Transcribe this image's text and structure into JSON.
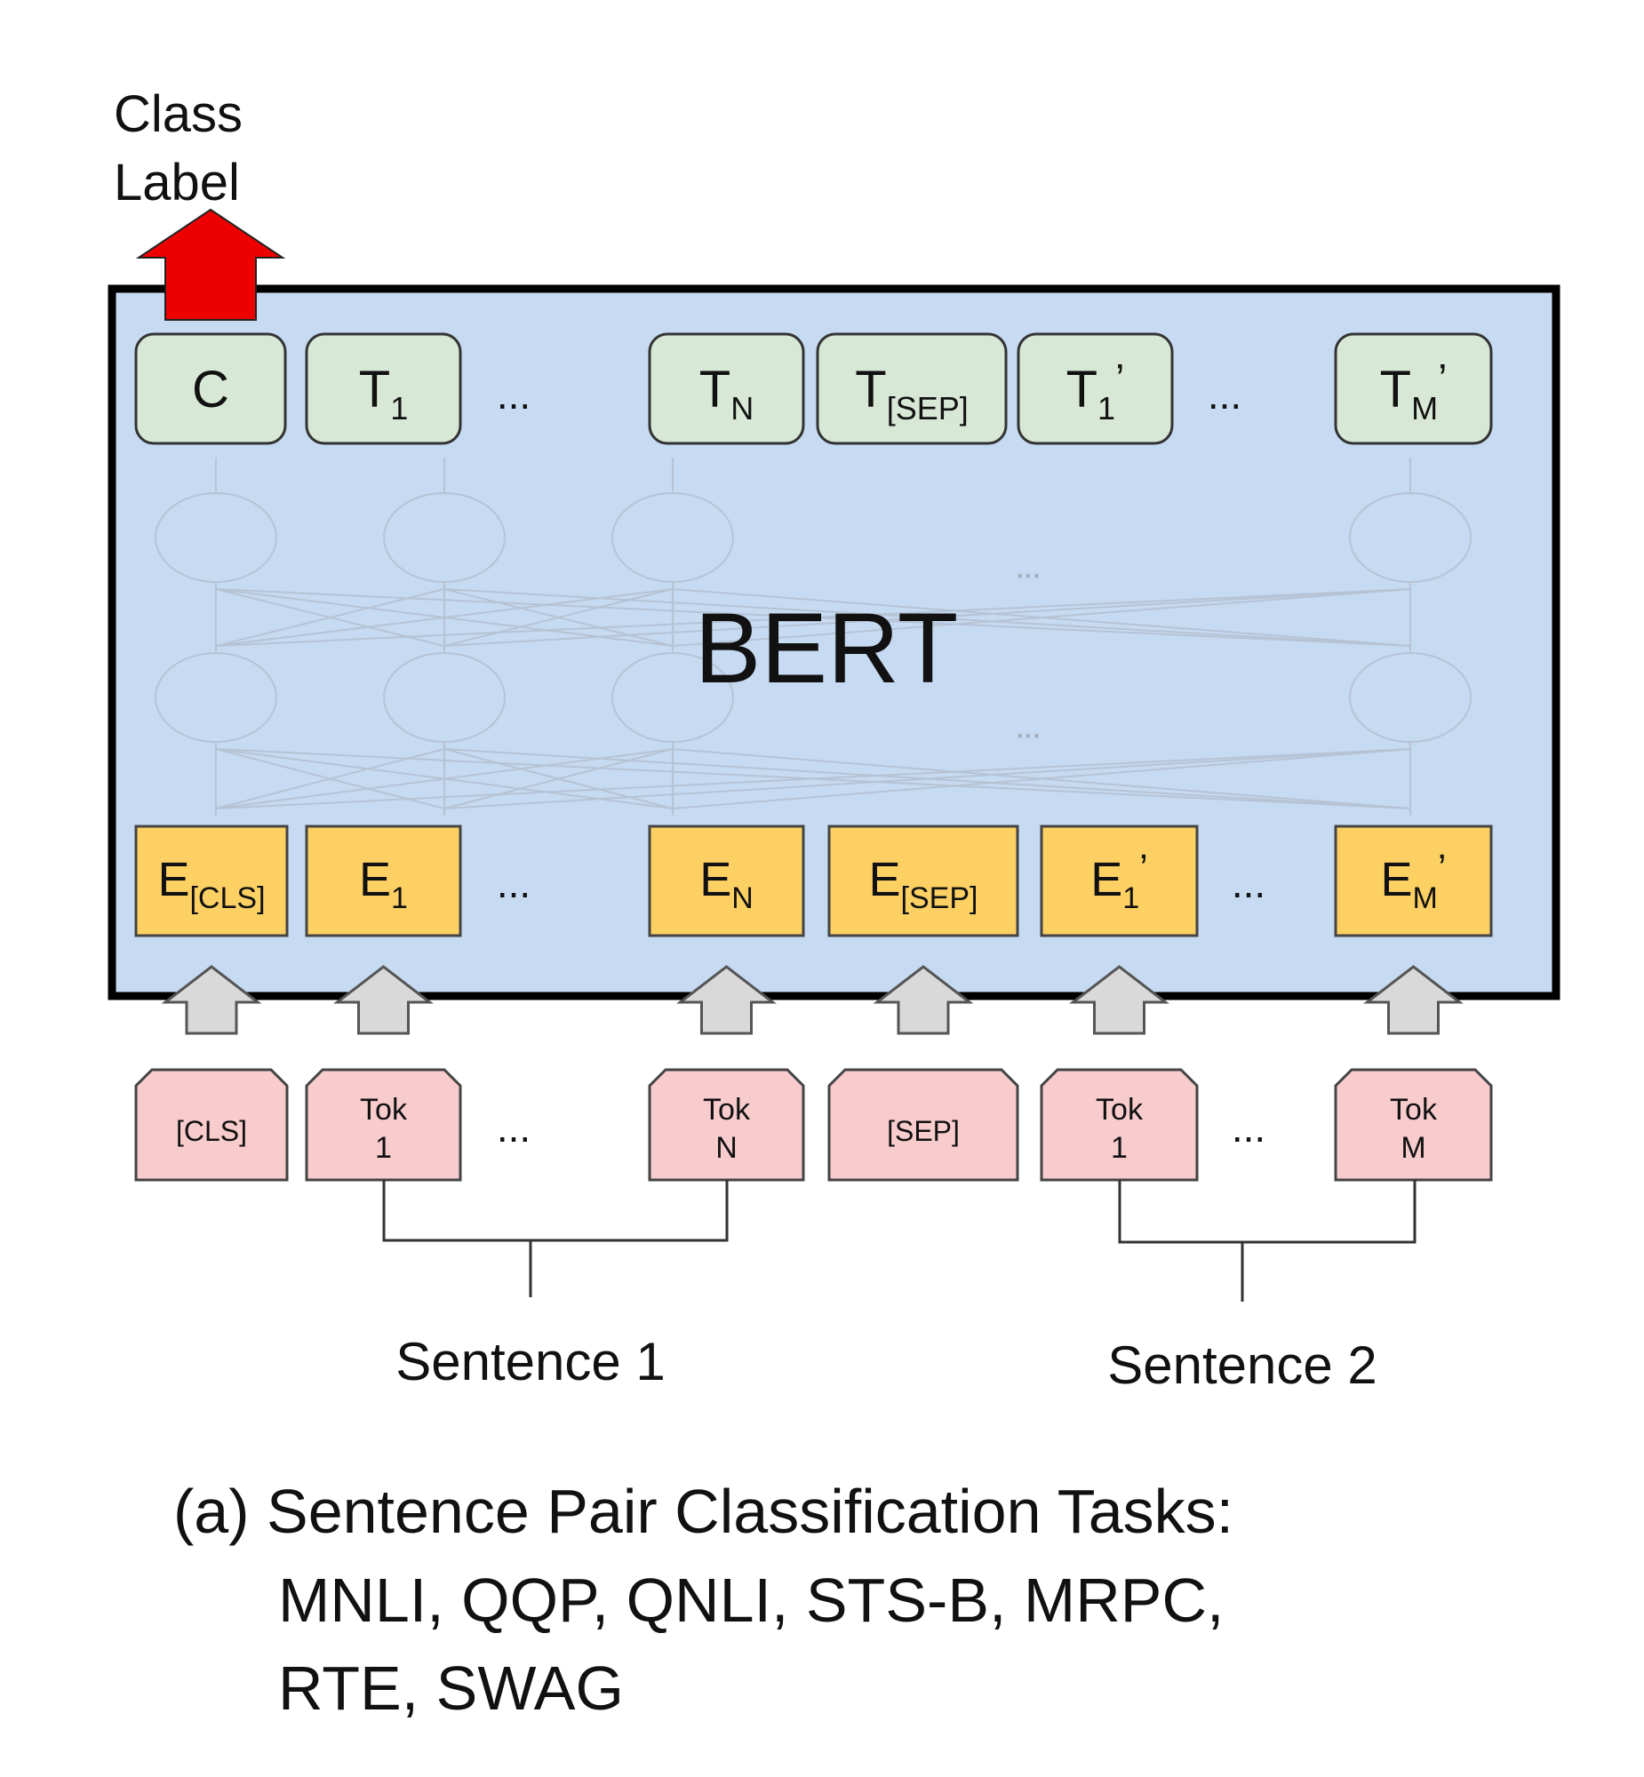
{
  "class_label_lines": [
    "Class",
    "Label"
  ],
  "model_name": "BERT",
  "ellipsis": "...",
  "output_tokens": [
    {
      "base": "C",
      "sub": "",
      "prime": ""
    },
    {
      "base": "T",
      "sub": "1",
      "prime": ""
    },
    {
      "base": "T",
      "sub": "N",
      "prime": ""
    },
    {
      "base": "T",
      "sub": "[SEP]",
      "prime": ""
    },
    {
      "base": "T",
      "sub": "1",
      "prime": "’"
    },
    {
      "base": "T",
      "sub": "M",
      "prime": "’"
    }
  ],
  "embeddings": [
    {
      "base": "E",
      "sub": "[CLS]",
      "prime": ""
    },
    {
      "base": "E",
      "sub": "1",
      "prime": ""
    },
    {
      "base": "E",
      "sub": "N",
      "prime": ""
    },
    {
      "base": "E",
      "sub": "[SEP]",
      "prime": ""
    },
    {
      "base": "E",
      "sub": "1",
      "prime": "’"
    },
    {
      "base": "E",
      "sub": "M",
      "prime": "’"
    }
  ],
  "input_tokens": [
    [
      "[CLS]"
    ],
    [
      "Tok",
      "1"
    ],
    [
      "Tok",
      "N"
    ],
    [
      "[SEP]"
    ],
    [
      "Tok",
      "1"
    ],
    [
      "Tok",
      "M"
    ]
  ],
  "sentences": [
    "Sentence 1",
    "Sentence 2"
  ],
  "caption_lines": [
    "(a) Sentence Pair Classification Tasks:",
    "MNLI, QQP, QNLI, STS-B, MRPC,",
    "RTE, SWAG"
  ],
  "colors": {
    "bert_box_fill": "#c6daf2",
    "output_fill": "#d8e8d6",
    "embedding_fill": "#fdd063",
    "input_fill": "#f8cbcd",
    "class_arrow": "#ee0000",
    "input_arrow": "#d9d9d9"
  }
}
